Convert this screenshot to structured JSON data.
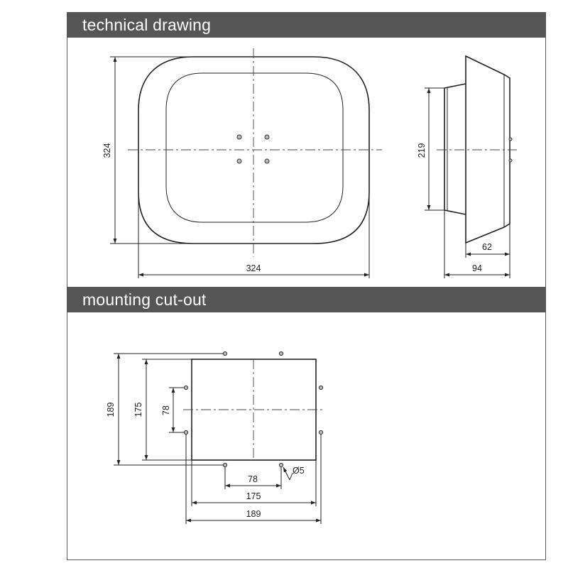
{
  "sections": {
    "technical_drawing": {
      "title": "technical drawing"
    },
    "mounting_cutout": {
      "title": "mounting cut-out"
    }
  },
  "dimensions": {
    "front_height": "324",
    "front_width": "324",
    "side_height": "219",
    "side_depth_small": "62",
    "side_depth_total": "94",
    "cutout_outer_height": "189",
    "cutout_height": "175",
    "cutout_hole_spacing_v": "78",
    "cutout_hole_spacing_h": "78",
    "cutout_width": "175",
    "cutout_outer_width": "189",
    "hole_diameter": "Ø5"
  },
  "colors": {
    "header_bg": "#555555",
    "header_text": "#ffffff",
    "line": "#222222",
    "hole_fill": "#bbbbbb"
  }
}
